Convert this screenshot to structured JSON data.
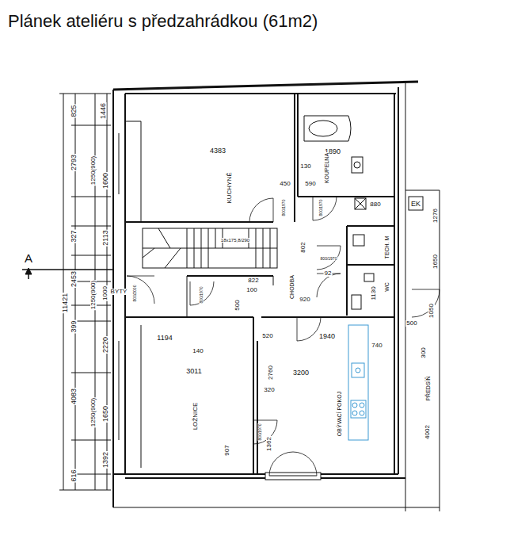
{
  "diagram": {
    "title": "Plánek ateliéru s předzahrádkou (61m2)",
    "labels": [
      "825",
      "1446",
      "2793",
      "1250(900)",
      "1600",
      "2113",
      "327",
      "2453",
      "11421",
      "1250(900)",
      "1000",
      "399",
      "2220",
      "4083",
      "1250(900)",
      "1650",
      "1392",
      "616",
      "A",
      "BYTY",
      "4383",
      "KUCHYNĚ",
      "130",
      "1890",
      "450",
      "590",
      "KOUPELNA",
      "880",
      "18x175,8/290",
      "822",
      "100",
      "500",
      "802",
      "CHODBA",
      "920",
      "92",
      "TECH. M",
      "WC",
      "1130",
      "EK",
      "1276",
      "1650",
      "500",
      "1050",
      "300",
      "PŘEDSÍŇ",
      "4002",
      "1194",
      "140",
      "3011",
      "LOŽNICE",
      "907",
      "520",
      "1940",
      "740",
      "2760",
      "3200",
      "320",
      "1362",
      "OBÝVACÍ POKOJ",
      "800/2000",
      "800/1970",
      "800/1970",
      "800/1970",
      "800/1970",
      "800/1970"
    ]
  }
}
